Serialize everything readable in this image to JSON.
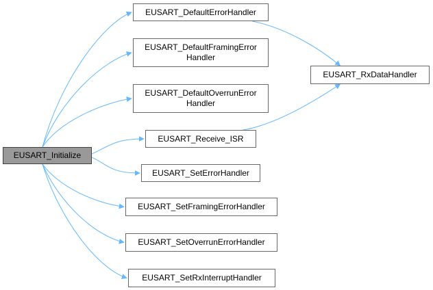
{
  "diagram": {
    "root": {
      "label": "EUSART_Initialize"
    },
    "nodes": [
      {
        "id": "default-error-handler",
        "label": "EUSART_DefaultErrorHandler"
      },
      {
        "id": "default-framing-error-handler",
        "label": "EUSART_DefaultFramingError\nHandler"
      },
      {
        "id": "default-overrun-error-handler",
        "label": "EUSART_DefaultOverrunError\nHandler"
      },
      {
        "id": "receive-isr",
        "label": "EUSART_Receive_ISR"
      },
      {
        "id": "set-error-handler",
        "label": "EUSART_SetErrorHandler"
      },
      {
        "id": "set-framing-error-handler",
        "label": "EUSART_SetFramingErrorHandler"
      },
      {
        "id": "set-overrun-error-handler",
        "label": "EUSART_SetOverrunErrorHandler"
      },
      {
        "id": "set-rx-interrupt-handler",
        "label": "EUSART_SetRxInterruptHandler"
      },
      {
        "id": "rx-data-handler",
        "label": "EUSART_RxDataHandler"
      }
    ],
    "edges": [
      {
        "from": "root",
        "to": "default-error-handler"
      },
      {
        "from": "root",
        "to": "default-framing-error-handler"
      },
      {
        "from": "root",
        "to": "default-overrun-error-handler"
      },
      {
        "from": "root",
        "to": "receive-isr"
      },
      {
        "from": "root",
        "to": "set-error-handler"
      },
      {
        "from": "root",
        "to": "set-framing-error-handler"
      },
      {
        "from": "root",
        "to": "set-overrun-error-handler"
      },
      {
        "from": "root",
        "to": "set-rx-interrupt-handler"
      },
      {
        "from": "default-error-handler",
        "to": "rx-data-handler"
      },
      {
        "from": "receive-isr",
        "to": "rx-data-handler"
      }
    ],
    "edge_color": "#63b8ff"
  }
}
